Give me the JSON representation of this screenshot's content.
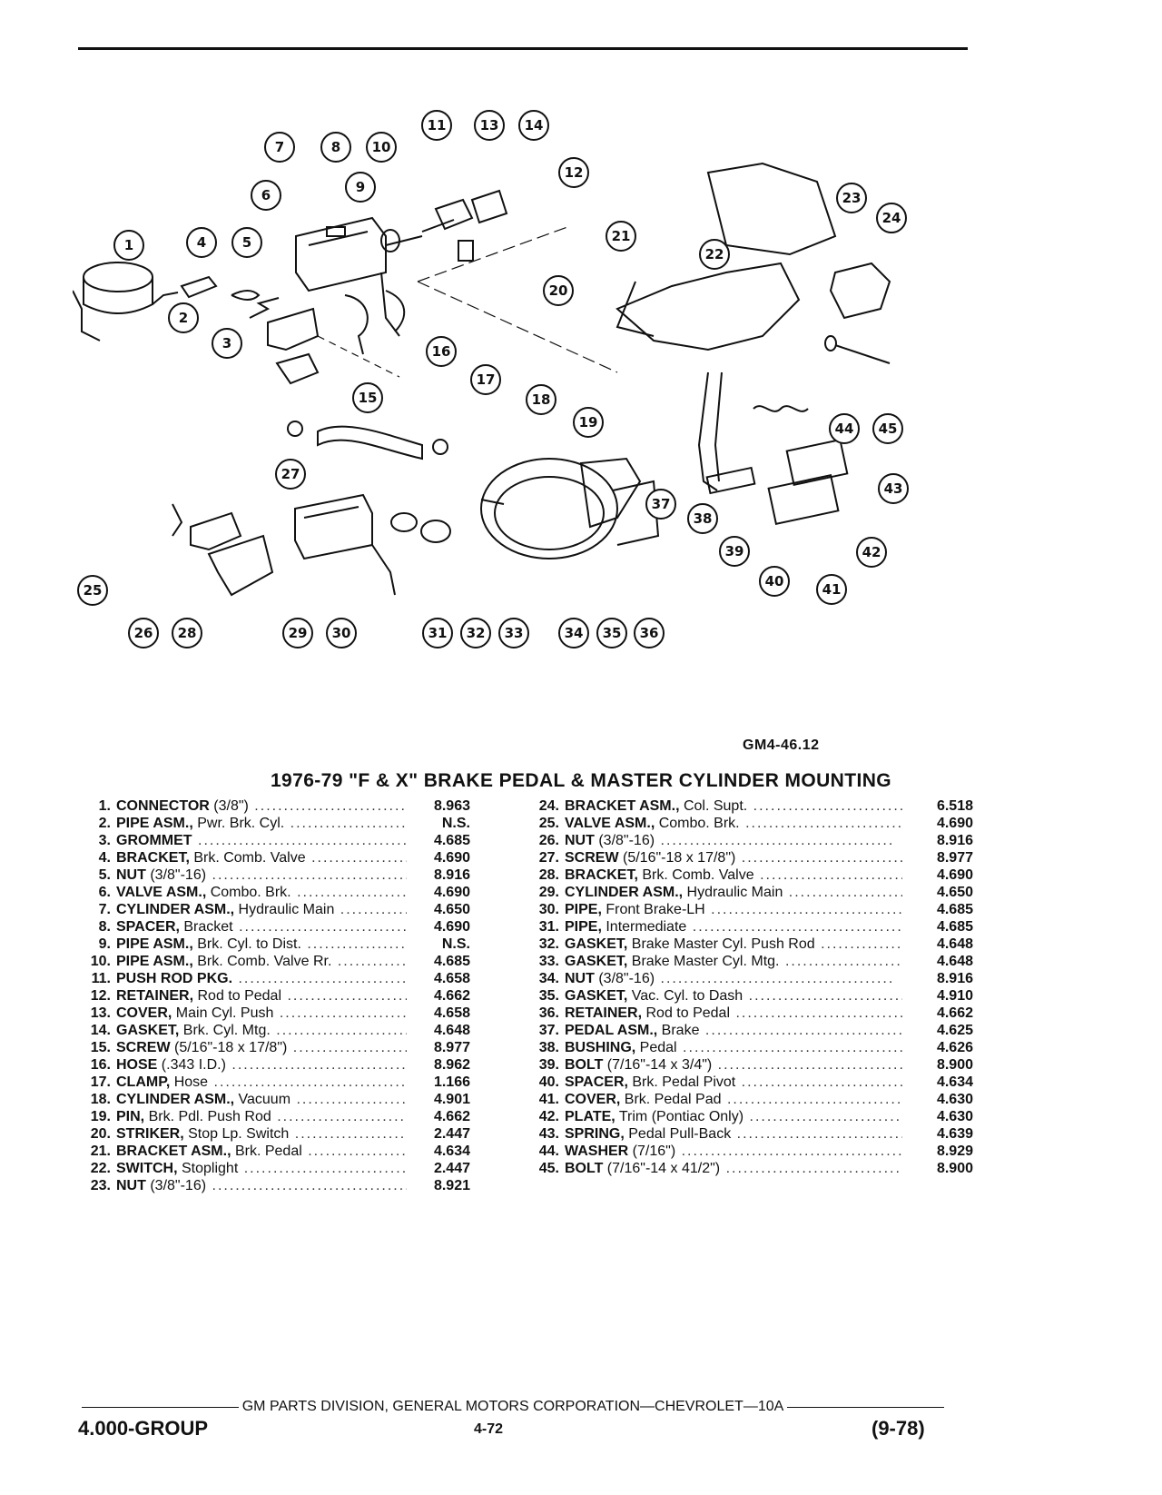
{
  "figure_code": "GM4-46.12",
  "title": "1976-79 \"F & X\" BRAKE PEDAL & MASTER CYLINDER MOUNTING",
  "callouts": [
    "1",
    "2",
    "3",
    "4",
    "5",
    "6",
    "7",
    "8",
    "9",
    "10",
    "11",
    "12",
    "13",
    "14",
    "15",
    "16",
    "17",
    "18",
    "19",
    "20",
    "21",
    "22",
    "23",
    "24",
    "25",
    "26",
    "27",
    "28",
    "29",
    "30",
    "31",
    "32",
    "33",
    "34",
    "35",
    "36",
    "37",
    "38",
    "39",
    "40",
    "41",
    "42",
    "43",
    "44",
    "45"
  ],
  "parts_left": [
    {
      "no": "1.",
      "name": "CONNECTOR",
      "detail": " (3/8\")",
      "code": "8.963"
    },
    {
      "no": "2.",
      "name": "PIPE ASM.,",
      "detail": " Pwr. Brk. Cyl.",
      "code": "N.S."
    },
    {
      "no": "3.",
      "name": "GROMMET",
      "detail": "",
      "code": "4.685"
    },
    {
      "no": "4.",
      "name": "BRACKET,",
      "detail": " Brk. Comb. Valve",
      "code": "4.690"
    },
    {
      "no": "5.",
      "name": "NUT",
      "detail": " (3/8\"-16)",
      "code": "8.916"
    },
    {
      "no": "6.",
      "name": "VALVE ASM.,",
      "detail": " Combo. Brk.",
      "code": "4.690"
    },
    {
      "no": "7.",
      "name": "CYLINDER ASM.,",
      "detail": " Hydraulic Main",
      "code": "4.650"
    },
    {
      "no": "8.",
      "name": "SPACER,",
      "detail": " Bracket",
      "code": "4.690"
    },
    {
      "no": "9.",
      "name": "PIPE ASM.,",
      "detail": " Brk. Cyl. to Dist.",
      "code": "N.S."
    },
    {
      "no": "10.",
      "name": "PIPE ASM.,",
      "detail": " Brk. Comb. Valve Rr.",
      "code": "4.685"
    },
    {
      "no": "11.",
      "name": "PUSH ROD PKG.",
      "detail": "",
      "code": "4.658"
    },
    {
      "no": "12.",
      "name": "RETAINER,",
      "detail": " Rod to Pedal",
      "code": "4.662"
    },
    {
      "no": "13.",
      "name": "COVER,",
      "detail": " Main Cyl. Push",
      "code": "4.658"
    },
    {
      "no": "14.",
      "name": "GASKET,",
      "detail": " Brk. Cyl. Mtg.",
      "code": "4.648"
    },
    {
      "no": "15.",
      "name": "SCREW",
      "detail": " (5/16\"-18 x 17/8\")",
      "code": "8.977"
    },
    {
      "no": "16.",
      "name": "HOSE",
      "detail": " (.343 I.D.)",
      "code": "8.962"
    },
    {
      "no": "17.",
      "name": "CLAMP,",
      "detail": " Hose",
      "code": "1.166"
    },
    {
      "no": "18.",
      "name": "CYLINDER ASM.,",
      "detail": " Vacuum",
      "code": "4.901"
    },
    {
      "no": "19.",
      "name": "PIN,",
      "detail": " Brk. Pdl. Push Rod",
      "code": "4.662"
    },
    {
      "no": "20.",
      "name": "STRIKER,",
      "detail": " Stop Lp. Switch",
      "code": "2.447"
    },
    {
      "no": "21.",
      "name": "BRACKET ASM.,",
      "detail": " Brk. Pedal",
      "code": "4.634"
    },
    {
      "no": "22.",
      "name": "SWITCH,",
      "detail": " Stoplight",
      "code": "2.447"
    },
    {
      "no": "23.",
      "name": "NUT",
      "detail": " (3/8\"-16)",
      "code": "8.921"
    }
  ],
  "parts_right": [
    {
      "no": "24.",
      "name": "BRACKET ASM.,",
      "detail": " Col. Supt.",
      "code": "6.518"
    },
    {
      "no": "25.",
      "name": "VALVE ASM.,",
      "detail": " Combo. Brk.",
      "code": "4.690"
    },
    {
      "no": "26.",
      "name": "NUT",
      "detail": " (3/8\"-16)",
      "code": "8.916"
    },
    {
      "no": "27.",
      "name": "SCREW",
      "detail": " (5/16\"-18 x 17/8\")",
      "code": "8.977"
    },
    {
      "no": "28.",
      "name": "BRACKET,",
      "detail": " Brk. Comb. Valve",
      "code": "4.690"
    },
    {
      "no": "29.",
      "name": "CYLINDER ASM.,",
      "detail": " Hydraulic Main",
      "code": "4.650"
    },
    {
      "no": "30.",
      "name": "PIPE,",
      "detail": " Front Brake-LH",
      "code": "4.685"
    },
    {
      "no": "31.",
      "name": "PIPE,",
      "detail": " Intermediate",
      "code": "4.685"
    },
    {
      "no": "32.",
      "name": "GASKET,",
      "detail": " Brake Master Cyl. Push Rod",
      "code": "4.648"
    },
    {
      "no": "33.",
      "name": "GASKET,",
      "detail": " Brake Master Cyl. Mtg.",
      "code": "4.648"
    },
    {
      "no": "34.",
      "name": "NUT",
      "detail": " (3/8\"-16)",
      "code": "8.916"
    },
    {
      "no": "35.",
      "name": "GASKET,",
      "detail": " Vac. Cyl. to Dash",
      "code": "4.910"
    },
    {
      "no": "36.",
      "name": "RETAINER,",
      "detail": " Rod to Pedal",
      "code": "4.662"
    },
    {
      "no": "37.",
      "name": "PEDAL ASM.,",
      "detail": " Brake",
      "code": "4.625"
    },
    {
      "no": "38.",
      "name": "BUSHING,",
      "detail": " Pedal",
      "code": "4.626"
    },
    {
      "no": "39.",
      "name": "BOLT",
      "detail": " (7/16\"-14 x 3/4\")",
      "code": "8.900"
    },
    {
      "no": "40.",
      "name": "SPACER,",
      "detail": " Brk. Pedal Pivot",
      "code": "4.634"
    },
    {
      "no": "41.",
      "name": "COVER,",
      "detail": " Brk. Pedal Pad",
      "code": "4.630"
    },
    {
      "no": "42.",
      "name": "PLATE,",
      "detail": " Trim (Pontiac Only)",
      "code": "4.630"
    },
    {
      "no": "43.",
      "name": "SPRING,",
      "detail": " Pedal Pull-Back",
      "code": "4.639"
    },
    {
      "no": "44.",
      "name": "WASHER",
      "detail": " (7/16\")",
      "code": "8.929"
    },
    {
      "no": "45.",
      "name": "BOLT",
      "detail": " (7/16\"-14 x 41/2\")",
      "code": "8.900"
    }
  ],
  "footer": "GM PARTS DIVISION, GENERAL MOTORS CORPORATION—CHEVROLET—10A",
  "group": "4.000-GROUP",
  "page_number": "4-72",
  "date": "(9-78)"
}
